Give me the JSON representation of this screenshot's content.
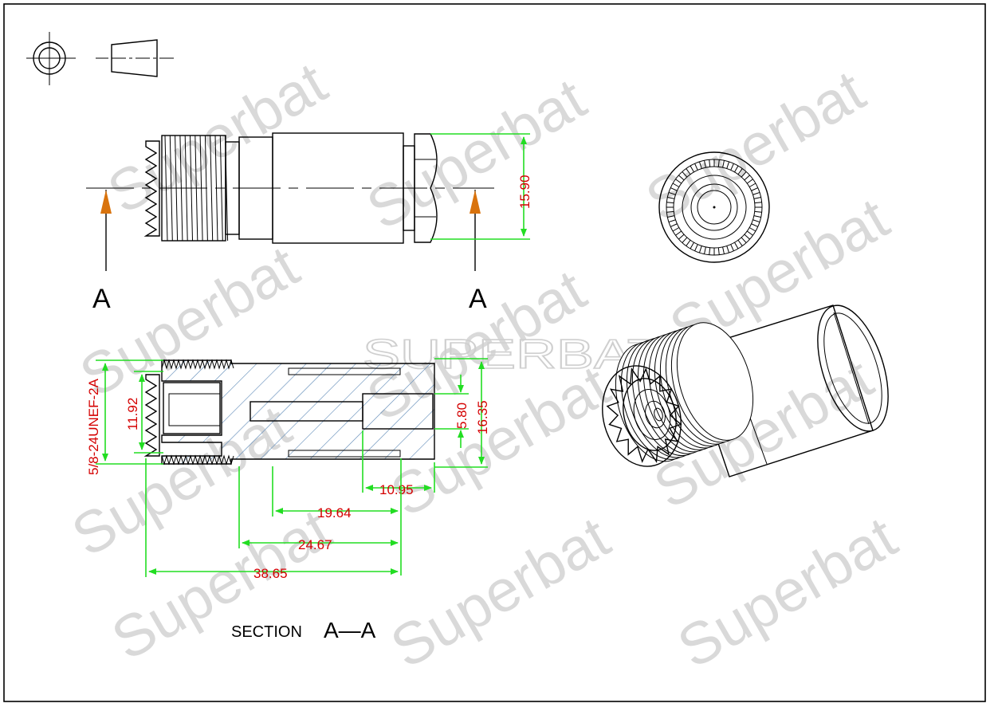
{
  "watermark": {
    "brand_word": "Superbat",
    "center_word": "SUPERBAT"
  },
  "labels": {
    "section_marker_left": "A",
    "section_marker_right": "A",
    "section_title": "SECTION",
    "section_name": "A—A"
  },
  "dimensions": {
    "thread_spec": "5/8-24UNEF-2A",
    "inner_diameter": "11.92",
    "front_height": "15.90",
    "pin_diameter": "5.80",
    "body_diameter": "16.35",
    "rear_length": "10.95",
    "length_1": "19.64",
    "length_2": "24.67",
    "overall_length": "38.65"
  },
  "colors": {
    "outline": "#000000",
    "dimension_text": "#d40000",
    "dimension_line": "#22dd22",
    "hatch": "#5a87b5",
    "section_arrow": "#d9730d",
    "watermark": "#d9d9d9"
  }
}
